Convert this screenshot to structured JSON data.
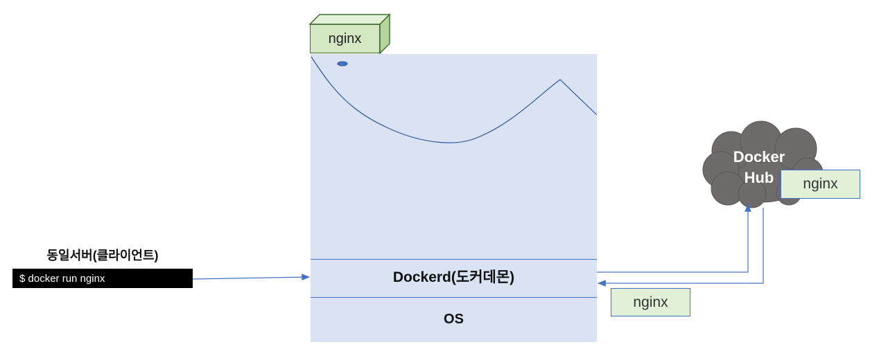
{
  "image_label": "nginx",
  "client": {
    "title": "동일서버(클라이언트)",
    "command": "$ docker run nginx"
  },
  "host": {
    "daemon_label": "Dockerd(도커데몬)",
    "os_label": "OS"
  },
  "registry": {
    "name_line1": "Docker",
    "name_line2": "Hub",
    "image_label": "nginx"
  },
  "pulled_image_label": "nginx",
  "colors": {
    "host_fill": "#d9e3f3",
    "line_blue": "#4472c4",
    "image_green": "#d3e7c3",
    "cloud_gray": "#706b6b"
  }
}
